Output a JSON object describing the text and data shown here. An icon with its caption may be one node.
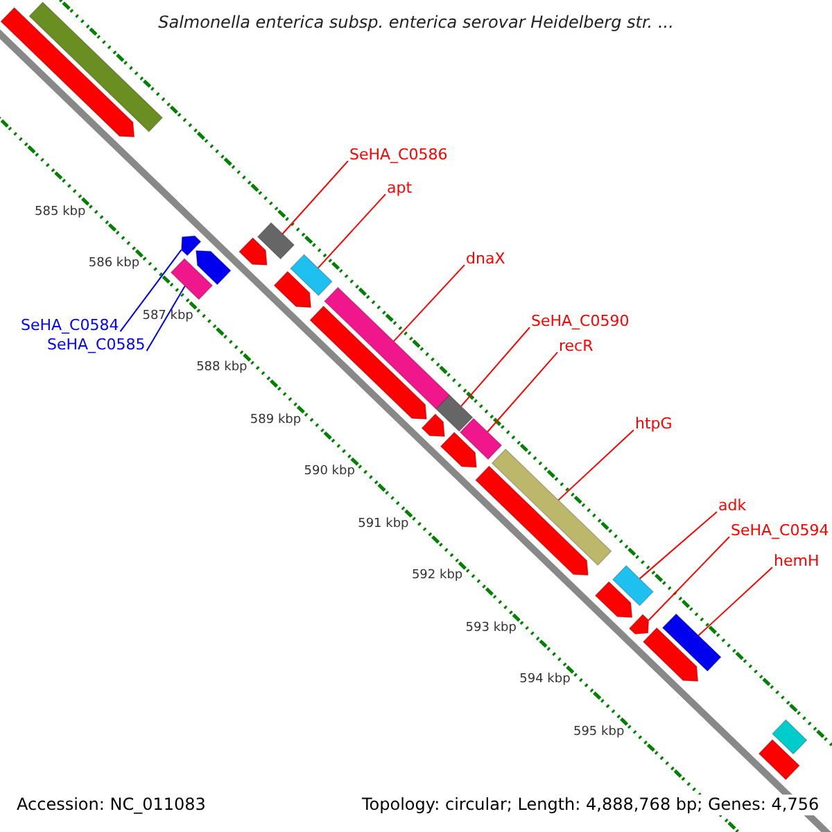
{
  "diagram": {
    "title": "Salmonella enterica subsp. enterica serovar Heidelberg str. ...",
    "nodes": [
      {
        "text": [],
        "shape": "arrow"
      },
      {
        "text": [],
        "shape": "bar"
      },
      {
        "text": [],
        "shape": "arrow"
      },
      {
        "text": [],
        "shape": "bar"
      },
      {
        "text": [],
        "shape": "arrow"
      },
      {
        "text": [],
        "shape": "arrow"
      },
      {
        "text": [],
        "shape": "box"
      },
      {
        "text": [],
        "shape": "bar"
      },
      {
        "text": [],
        "shape": "arrow"
      },
      {
        "text": [],
        "shape": "bar"
      },
      {
        "text": [],
        "shape": "arrow"
      },
      {
        "text": [],
        "shape": "bar"
      },
      {
        "text": [],
        "shape": "arrow"
      },
      {
        "text": [],
        "shape": "bar"
      },
      {
        "text": [],
        "shape": "arrow"
      },
      {
        "text": [],
        "shape": "bar"
      },
      {
        "text": [],
        "shape": "arrow"
      },
      {
        "text": [],
        "shape": "arrow"
      },
      {
        "text": [],
        "shape": "bar"
      },
      {
        "text": [],
        "shape": "arrow"
      },
      {
        "text": [],
        "shape": "arrow"
      },
      {
        "text": [],
        "shape": "bar"
      },
      {
        "text": [],
        "shape": "bar"
      },
      {
        "text": [],
        "shape": "bar"
      },
      {
        "text": [
          "SeHA_C0586"
        ]
      },
      {
        "text": [
          "apt"
        ]
      },
      {
        "text": [
          "dnaX"
        ]
      },
      {
        "text": [
          "SeHA_C0590"
        ]
      },
      {
        "text": [
          "SeHA_C0584"
        ]
      },
      {
        "text": [
          "SeHA_C0585"
        ]
      },
      {
        "text": [
          "recR"
        ]
      },
      {
        "text": [
          "htpG"
        ]
      },
      {
        "text": [
          "adk"
        ]
      },
      {
        "text": [
          "SeHA_C0594"
        ]
      },
      {
        "text": [
          "hemH"
        ]
      }
    ],
    "edges": [
      {
        "from": 24,
        "to": 6,
        "arrow": "none"
      },
      {
        "from": 25,
        "to": 7,
        "arrow": "none"
      },
      {
        "from": 26,
        "to": 9,
        "arrow": "none"
      },
      {
        "from": 27,
        "to": 11,
        "arrow": "none"
      },
      {
        "from": 28,
        "to": 2,
        "arrow": "none",
        "color": "#0000ff"
      },
      {
        "from": 29,
        "to": 3,
        "arrow": "none",
        "color": "#0000ff"
      },
      {
        "from": 30,
        "to": 13,
        "arrow": "none"
      },
      {
        "from": 31,
        "to": 15,
        "arrow": "none"
      },
      {
        "from": 32,
        "to": 18,
        "arrow": "none"
      },
      {
        "from": 33,
        "to": 19,
        "arrow": "none"
      },
      {
        "from": 34,
        "to": 21,
        "arrow": "none"
      }
    ],
    "labels": [
      "585 kbp",
      "586 kbp",
      "587 kbp",
      "588 kbp",
      "589 kbp",
      "590 kbp",
      "591 kbp",
      "592 kbp",
      "593 kbp",
      "594 kbp",
      "595 kbp",
      "Accession: NC_011083",
      "Topology: circular; Length: 4,888,768 bp; Genes: 4,756"
    ]
  }
}
